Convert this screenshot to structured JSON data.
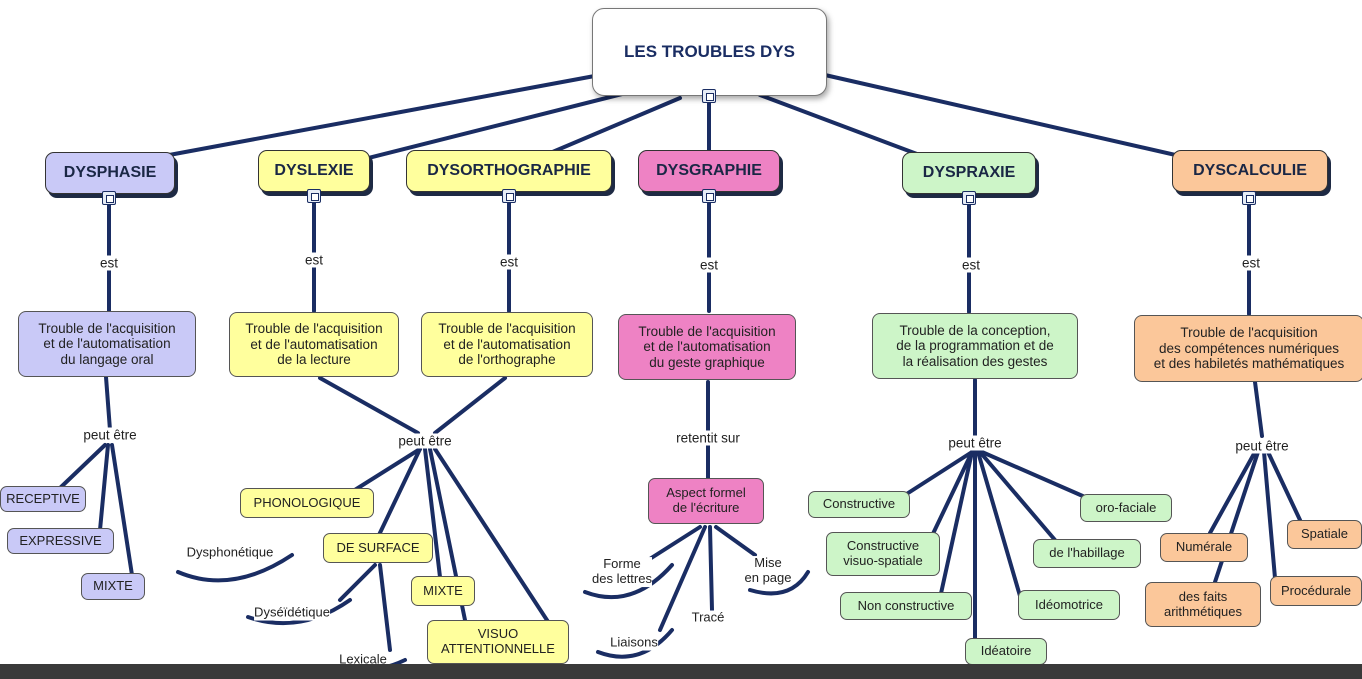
{
  "root": {
    "title": "LES TROUBLES DYS"
  },
  "categories": {
    "dysphasie": "DYSPHASIE",
    "dyslexie": "DYSLEXIE",
    "dysorthographie": "DYSORTHOGRAPHIE",
    "dysgraphie": "DYSGRAPHIE",
    "dyspraxie": "DYSPRAXIE",
    "dyscalculie": "DYSCALCULIE"
  },
  "link_labels": {
    "est": "est",
    "peut_etre": "peut être",
    "retentit_sur": "retentit sur"
  },
  "definitions": {
    "dysphasie": "Trouble de l'acquisition\net de l'automatisation\ndu langage oral",
    "dyslexie": "Trouble de l'acquisition\net de l'automatisation\nde la lecture",
    "dysorthographie": "Trouble de l'acquisition\net de l'automatisation\nde l'orthographe",
    "dysgraphie": "Trouble de l'acquisition\net de l'automatisation\ndu geste graphique",
    "dyspraxie": "Trouble de la conception,\nde la programmation et de\nla réalisation des gestes",
    "dyscalculie": "Trouble de l'acquisition\ndes compétences numériques\net des habiletés mathématiques"
  },
  "dysphasie_types": {
    "receptive": "RECEPTIVE",
    "expressive": "EXPRESSIVE",
    "mixte": "MIXTE"
  },
  "dyslexie_types": {
    "phonologique": "PHONOLOGIQUE",
    "dysphonetique": "Dysphonétique",
    "de_surface": "DE SURFACE",
    "dyseidetique": "Dyséïdétique",
    "lexicale": "Lexicale",
    "mixte": "MIXTE",
    "visuo_attentionnelle": "VISUO\nATTENTIONNELLE"
  },
  "dysgraphie_aspects": {
    "aspect_formel": "Aspect formel\nde l'écriture",
    "forme_lettres": "Forme\ndes lettres",
    "mise_en_page": "Mise\nen page",
    "trace": "Tracé",
    "liaisons": "Liaisons"
  },
  "dyspraxie_types": {
    "constructive": "Constructive",
    "constructive_visuo": "Constructive\nvisuo-spatiale",
    "non_constructive": "Non constructive",
    "ideatoire": "Idéatoire",
    "ideomotrice": "Idéomotrice",
    "habillage": "de l'habillage",
    "oro_faciale": "oro-faciale"
  },
  "dyscalculie_types": {
    "numerale": "Numérale",
    "faits_arithmetiques": "des faits\narithmétiques",
    "procedurale": "Procédurale",
    "spatiale": "Spatiale"
  },
  "colors": {
    "connector": "#1a2d63",
    "dysphasie": "#c9c9f7",
    "dyslexie": "#ffff9d",
    "dysgraphie": "#ee82c4",
    "dyspraxie": "#cdf5c8",
    "dyscalculie": "#fbc79a"
  }
}
